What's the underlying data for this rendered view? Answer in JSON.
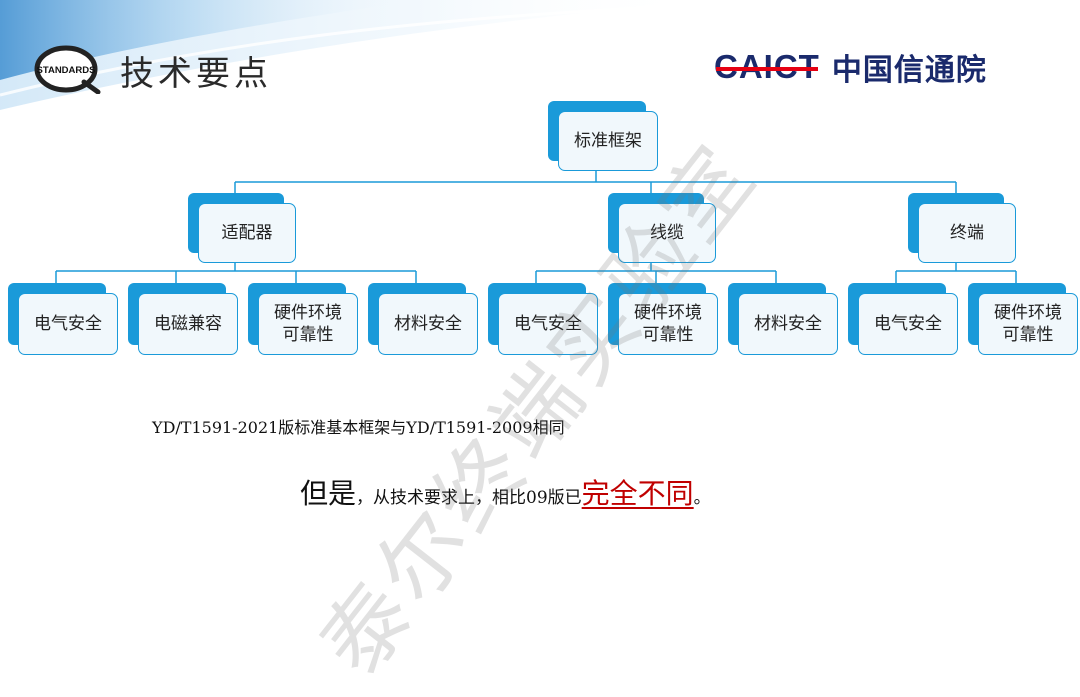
{
  "header": {
    "badge_text": "STANDARDS",
    "title": "技术要点",
    "org_logo_en": "CAICT",
    "org_logo_cn": "中国信通院"
  },
  "diagram": {
    "root": "标准框架",
    "branches": [
      {
        "label": "适配器",
        "children": [
          "电气安全",
          "电磁兼容",
          "硬件环境\n可靠性",
          "材料安全"
        ]
      },
      {
        "label": "线缆",
        "children": [
          "电气安全",
          "硬件环境\n可靠性",
          "材料安全"
        ]
      },
      {
        "label": "终端",
        "children": [
          "电气安全",
          "硬件环境\n可靠性"
        ]
      }
    ]
  },
  "caption": "YD/T1591-2021版标准基本框架与YD/T1591-2009相同",
  "note": {
    "part1": "但是",
    "part2": "，从技术要求上，相比09版已",
    "highlight": "完全不同",
    "part3": "。"
  },
  "watermark": "泰尔终端实验室",
  "colors": {
    "box_accent": "#1a9ad9",
    "box_fill": "#f1f8fc",
    "highlight": "#c00000",
    "logo_blue": "#1a2a6c",
    "logo_red": "#e60012"
  }
}
